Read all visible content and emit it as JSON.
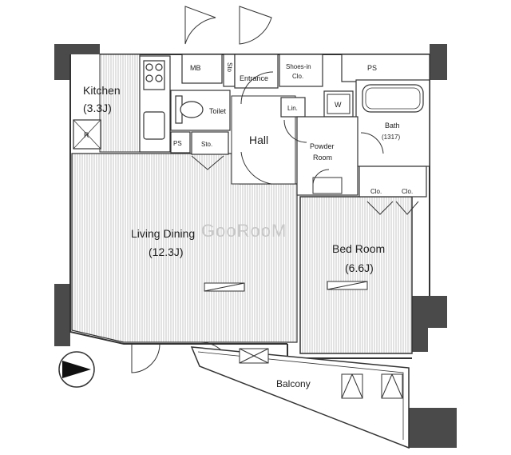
{
  "rooms": {
    "kitchen": {
      "name": "Kitchen",
      "size": "(3.3J)"
    },
    "living_dining": {
      "name": "Living Dining",
      "size": "(12.3J)"
    },
    "bed_room": {
      "name": "Bed Room",
      "size": "(6.6J)"
    },
    "hall": {
      "name": "Hall"
    },
    "toilet": {
      "name": "Toilet"
    },
    "entrance": {
      "name": "Entrance"
    },
    "powder_room": {
      "name": "Powder Room",
      "line1": "Powder",
      "line2": "Room"
    },
    "bath": {
      "name": "Bath",
      "size": "(1317)"
    },
    "balcony": {
      "name": "Balcony"
    }
  },
  "storage": {
    "mb": "MB",
    "ps_top": "PS",
    "ps_kitchen": "PS",
    "sto_entrance": "Sto",
    "sto_hall": "Sto.",
    "shoes_in_closet_line1": "Shoes-in",
    "shoes_in_closet_line2": "Clo.",
    "linen": "Lin.",
    "washer": "W",
    "refrigerator": "R",
    "closet_1": "Clo.",
    "closet_2": "Clo."
  },
  "watermark": "GooRooM",
  "colors": {
    "wall": "#4a4a4a",
    "floor_stripe": "#cfcfcf",
    "line": "#333333",
    "watermark": "#c8c8c8"
  },
  "icons": {
    "north_arrow": "north-arrow-icon"
  }
}
